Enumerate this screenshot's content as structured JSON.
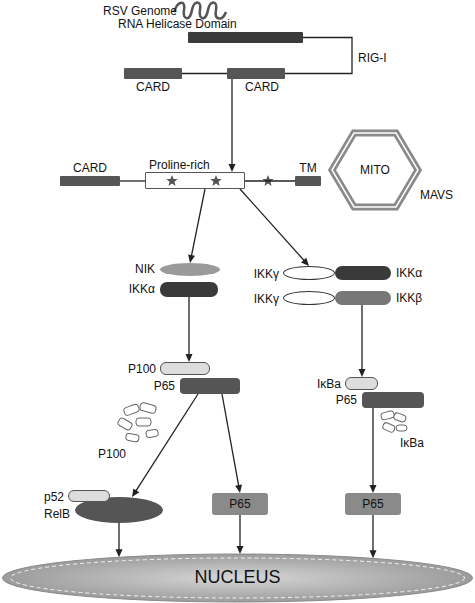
{
  "diagram": {
    "nodes": [
      {
        "text": [
          "RNA Helicase Domain"
        ]
      },
      {
        "text": [
          "CARD"
        ]
      },
      {
        "text": [
          "CARD"
        ]
      },
      {
        "text": [
          "CARD"
        ]
      },
      {
        "text": [
          "Proline-rich"
        ]
      },
      {
        "text": [
          "TM"
        ]
      },
      {
        "text": [
          "MITO"
        ]
      },
      {
        "text": [
          "NIK"
        ]
      },
      {
        "text": [
          "IKKα"
        ]
      },
      {
        "text": [
          "IKKγ"
        ]
      },
      {
        "text": [
          "IKKα"
        ]
      },
      {
        "text": [
          "IKKγ"
        ]
      },
      {
        "text": [
          "IKKβ"
        ]
      },
      {
        "text": [
          "P100"
        ]
      },
      {
        "text": [
          "P65"
        ]
      },
      {
        "text": [
          "IκBa"
        ]
      },
      {
        "text": [
          "P65"
        ]
      },
      {
        "text": [
          "p52"
        ]
      },
      {
        "text": [
          "RelB"
        ]
      },
      {
        "text": [
          "P65"
        ]
      },
      {
        "text": [
          "P65"
        ]
      },
      {
        "text": [
          "NUCLEUS"
        ]
      }
    ],
    "edges": [
      {
        "from": 0,
        "to": 2,
        "arrow": "none"
      },
      {
        "from": 1,
        "to": 2,
        "arrow": "none"
      },
      {
        "from": 2,
        "to": 4,
        "arrow": "to"
      },
      {
        "from": 3,
        "to": 4,
        "arrow": "none"
      },
      {
        "from": 4,
        "to": 5,
        "arrow": "none"
      },
      {
        "from": 4,
        "to": 7,
        "arrow": "to"
      },
      {
        "from": 4,
        "to": 9,
        "arrow": "to"
      },
      {
        "from": 8,
        "to": 13,
        "arrow": "to"
      },
      {
        "from": 12,
        "to": 15,
        "arrow": "to"
      },
      {
        "from": 14,
        "to": 18,
        "arrow": "to"
      },
      {
        "from": 14,
        "to": 19,
        "arrow": "to"
      },
      {
        "from": 16,
        "to": 20,
        "arrow": "to"
      },
      {
        "from": 18,
        "to": 21,
        "arrow": "to"
      },
      {
        "from": 19,
        "to": 21,
        "arrow": "to"
      },
      {
        "from": 20,
        "to": 21,
        "arrow": "to"
      }
    ],
    "labels": [
      "RSV Genome",
      "RIG-I",
      "MAVS",
      "P100",
      "IκBa"
    ]
  }
}
